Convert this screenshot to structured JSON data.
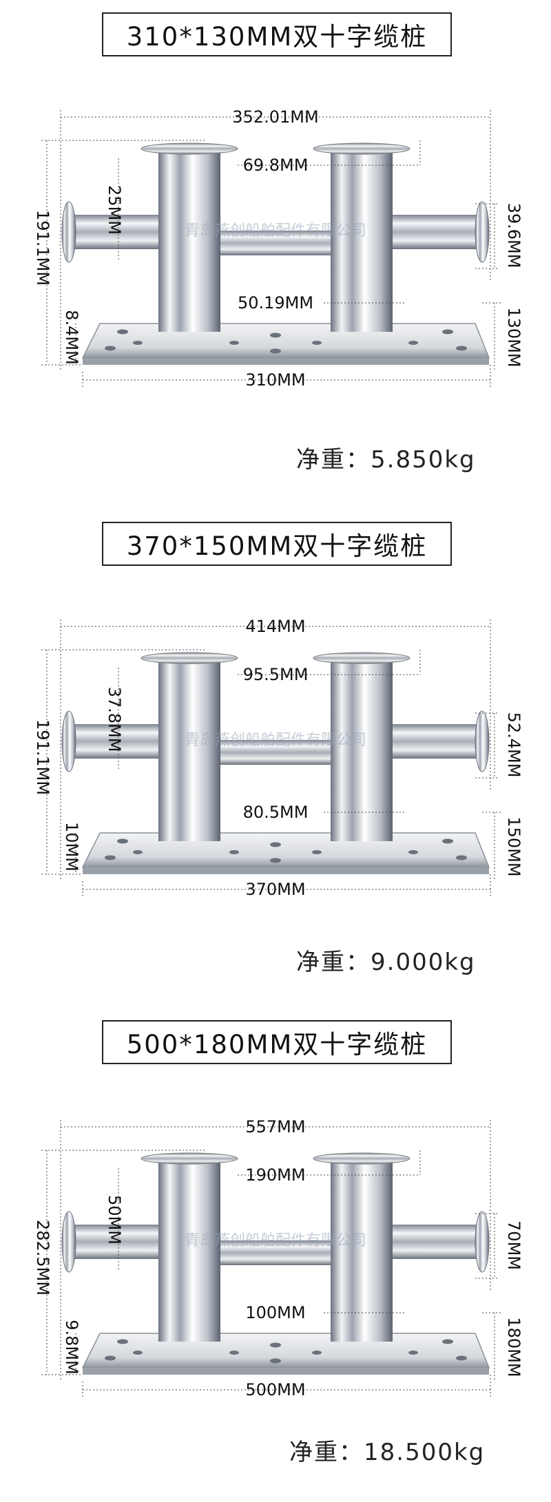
{
  "watermark": "青岛燕创船舶配件有限公司",
  "sections": [
    {
      "title": "310*130MM双十字缆桩",
      "dims": {
        "overall_width": "352.01MM",
        "top_flange": "69.8MM",
        "post_diameter": "25MM",
        "height": "191.1MM",
        "arm_flange": "39.6MM",
        "cross_pipe": "50.19MM",
        "base_thickness": "8.4MM",
        "base_depth": "130MM",
        "base_length": "310MM"
      },
      "weight": "净重：5.850kg"
    },
    {
      "title": "370*150MM双十字缆桩",
      "dims": {
        "overall_width": "414MM",
        "top_flange": "95.5MM",
        "post_diameter": "37.8MM",
        "height": "191.1MM",
        "arm_flange": "52.4MM",
        "cross_pipe": "80.5MM",
        "base_thickness": "10MM",
        "base_depth": "150MM",
        "base_length": "370MM"
      },
      "weight": "净重：9.000kg"
    },
    {
      "title": "500*180MM双十字缆桩",
      "dims": {
        "overall_width": "557MM",
        "top_flange": "190MM",
        "post_diameter": "50MM",
        "height": "282.5MM",
        "arm_flange": "70MM",
        "cross_pipe": "100MM",
        "base_thickness": "9.8MM",
        "base_depth": "180MM",
        "base_length": "500MM"
      },
      "weight": "净重：18.500kg"
    }
  ]
}
